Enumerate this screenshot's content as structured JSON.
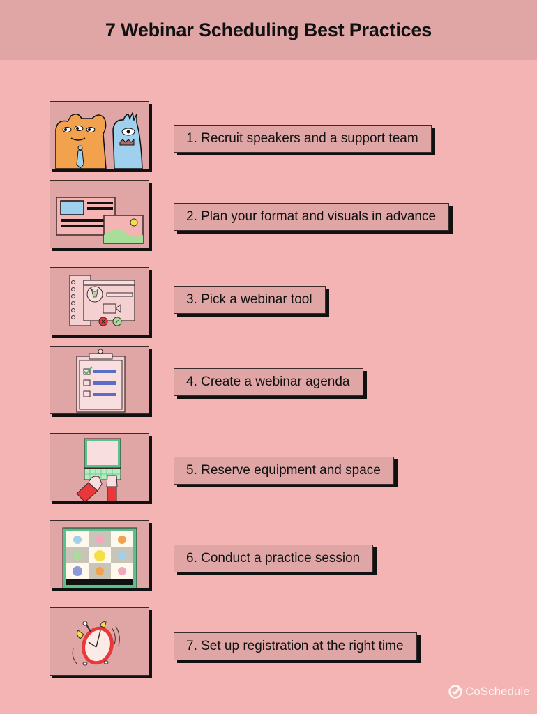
{
  "header": {
    "title": "7 Webinar Scheduling Best Practices"
  },
  "colors": {
    "background": "#f4b4b4",
    "header_bg": "#e0a6a6",
    "card_bg": "#e0a6a6",
    "shadow": "#111111"
  },
  "items": [
    {
      "label": "1.  Recruit speakers and a support team",
      "icon": "mascots-speakers-icon"
    },
    {
      "label": "2.  Plan your format and visuals in advance",
      "icon": "slide-layout-icon"
    },
    {
      "label": "3.  Pick a webinar tool",
      "icon": "webinar-tool-window-icon"
    },
    {
      "label": "4.  Create a webinar agenda",
      "icon": "clipboard-checklist-icon"
    },
    {
      "label": "5.  Reserve equipment and space",
      "icon": "laptop-typing-icon"
    },
    {
      "label": "6.  Conduct a practice session",
      "icon": "video-call-grid-icon"
    },
    {
      "label": "7.  Set up registration at the right time",
      "icon": "alarm-clock-icon"
    }
  ],
  "footer": {
    "brand": "CoSchedule"
  }
}
